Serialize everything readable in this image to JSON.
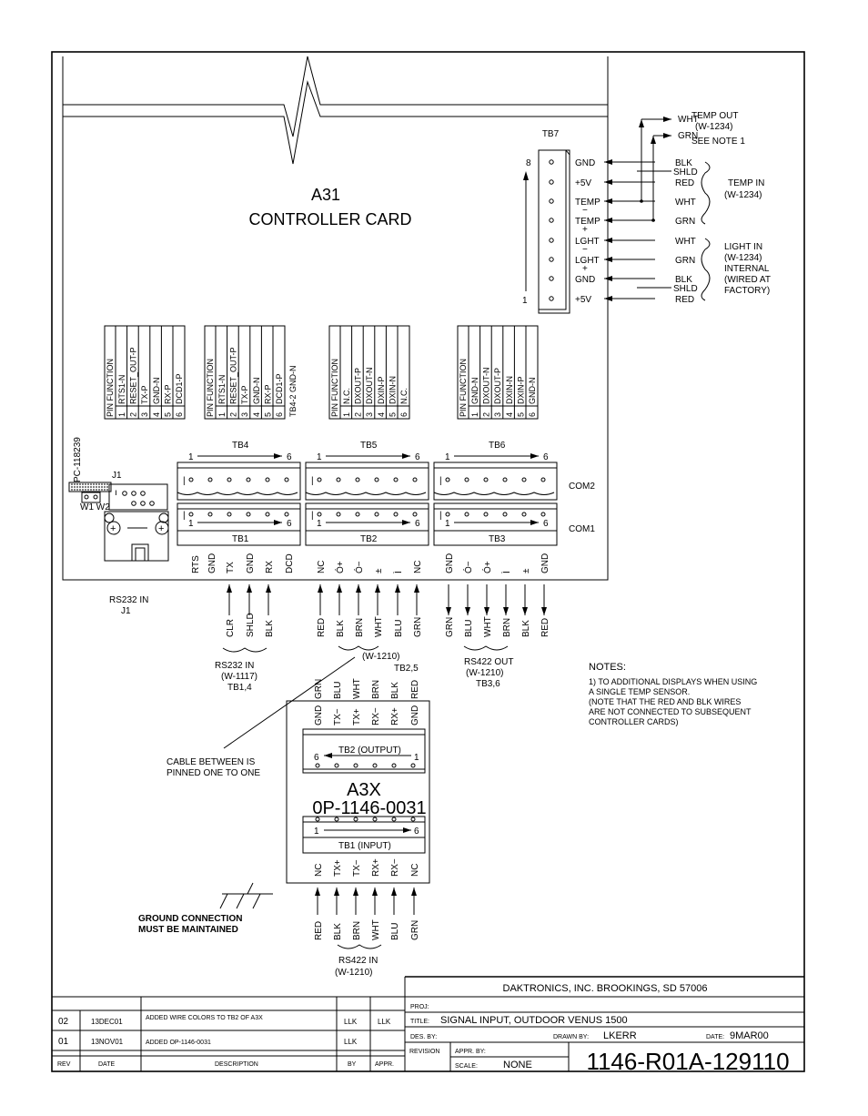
{
  "controller": {
    "title1": "A31",
    "title2": "CONTROLLER  CARD",
    "pc_label": "PC-118239",
    "j1": "J1",
    "w1w2": "W1 W2"
  },
  "tb7": {
    "label": "TB7",
    "pin_top": "8",
    "pin_bottom": "1",
    "functions": [
      "GND",
      "+5V",
      "TEMP −",
      "TEMP +",
      "LGHT −",
      "LGHT +",
      "GND",
      "+5V"
    ]
  },
  "temp_out": {
    "wires": [
      "WHT",
      "GRN"
    ],
    "label": "TEMP OUT",
    "cable": "(W-1234)",
    "note": "SEE NOTE 1"
  },
  "temp_in": {
    "wires": [
      "BLK",
      "SHLD",
      "RED",
      "WHT",
      "GRN"
    ],
    "label": "TEMP IN",
    "cable": "(W-1234)"
  },
  "light_in": {
    "wires": [
      "WHT",
      "GRN",
      "BLK",
      "SHLD",
      "RED"
    ],
    "label": [
      "LIGHT IN",
      "(W-1234)",
      "INTERNAL",
      "(WIRED AT",
      "FACTORY)"
    ]
  },
  "pin_tables": [
    {
      "header": "PIN FUNCTION",
      "rows": [
        "1 RTS1-N",
        "2 RESET_OUT-P",
        "3 TX-P",
        "4 GND-N",
        "5 RX-P",
        "6 DCD1-P"
      ]
    },
    {
      "header": "PIN FUNCTION",
      "rows": [
        "1 RTS1-N",
        "2 RESET_OUT-P",
        "3 TX-P",
        "4 GND-N",
        "5 RX-P",
        "6 DCD1-P"
      ],
      "extra": "TB4-2 GND-N"
    },
    {
      "header": "PIN FUNCTION",
      "rows": [
        "1 N.C.",
        "2 DXOUT-P",
        "3 DXOUT-N",
        "4 DXIN-P",
        "5 DXIN-N",
        "6 N.C."
      ]
    },
    {
      "header": "PIN FUNCTION",
      "rows": [
        "1 GND-N",
        "2 DXOUT-N",
        "3 DXOUT-P",
        "4 DXIN-N",
        "5 DXIN-P",
        "6 GND-N"
      ]
    }
  ],
  "terminals": {
    "top": [
      "TB4",
      "TB5",
      "TB6"
    ],
    "bottom": [
      "TB1",
      "TB2",
      "TB3"
    ],
    "com2": "COM2",
    "com1": "COM1",
    "pin1": "1",
    "pin6": "6"
  },
  "tb1_pins": [
    "RTS",
    "GND",
    "TX",
    "GND",
    "RX",
    "DCD"
  ],
  "tb2_pins": [
    "NC",
    "Ó+",
    "Ó−",
    "±",
    "Ì",
    "NC"
  ],
  "tb3_pins": [
    "GND",
    "Ó−",
    "Ó+",
    "Ì",
    "±",
    "GND"
  ],
  "rs232": {
    "label": "RS232  IN",
    "sub": "J1",
    "wires": [
      "CLR",
      "SHLD",
      "BLK"
    ],
    "cable": [
      "RS232 IN",
      "(W-1117)",
      "TB1,4"
    ]
  },
  "tb2_wires": [
    "RED",
    "BLK",
    "BRN",
    "WHT",
    "BLU",
    "GRN"
  ],
  "tb2_cable": [
    "(W-1210)",
    "TB2,5"
  ],
  "tb3_wires": [
    "GRN",
    "BLU",
    "WHT",
    "BRN",
    "BLK",
    "RED"
  ],
  "rs422_out": [
    "RS422 OUT",
    "(W-1210)",
    "TB3,6"
  ],
  "notes": {
    "title": "NOTES:",
    "lines": [
      "1)  TO ADDITIONAL DISPLAYS WHEN USING",
      "     A SINGLE TEMP SENSOR.",
      "     (NOTE THAT THE RED AND BLK WIRES",
      "     ARE NOT CONNECTED TO SUBSEQUENT",
      "     CONTROLLER CARDS)"
    ]
  },
  "a3x": {
    "top_wires": [
      "GRN",
      "BLU",
      "WHT",
      "BRN",
      "BLK",
      "RED"
    ],
    "top_pins": [
      "GND",
      "TX−",
      "TX+",
      "RX−",
      "RX+",
      "GND"
    ],
    "tb2": "TB2  (OUTPUT)",
    "tb1": "TB1  (INPUT)",
    "title": "A3X",
    "part": "0P-1146-0031",
    "bottom_pins": [
      "NC",
      "TX+",
      "TX−",
      "RX+",
      "RX−",
      "NC"
    ],
    "bottom_wires": [
      "RED",
      "BLK",
      "BRN",
      "WHT",
      "BLU",
      "GRN"
    ],
    "rs422_in": [
      "RS422  IN",
      "(W-1210)"
    ]
  },
  "cable_note": [
    "CABLE BETWEEN IS",
    "PINNED ONE TO ONE"
  ],
  "ground_note": [
    "GROUND CONNECTION",
    "MUST BE MAINTAINED"
  ],
  "title_block": {
    "company": "DAKTRONICS,  INC.    BROOKINGS,  SD  57006",
    "proj_label": "PROJ:",
    "title_label": "TITLE:",
    "title": "SIGNAL  INPUT,  OUTDOOR  VENUS  1500",
    "des_by": "DES. BY:",
    "drawn_by_label": "DRAWN BY:",
    "drawn_by": "LKERR",
    "date_label": "DATE:",
    "date": "9MAR00",
    "revision": "REVISION",
    "appr_by": "APPR. BY:",
    "scale_label": "SCALE:",
    "scale": "NONE",
    "drawing_no": "1146-R01A-129110"
  },
  "revisions": [
    {
      "rev": "02",
      "date": "13DEC01",
      "desc": "ADDED WIRE COLORS TO TB2 OF A3X",
      "by": "LLK",
      "appr": "LLK"
    },
    {
      "rev": "01",
      "date": "13NOV01",
      "desc": "ADDED OP-1146-0031",
      "by": "LLK",
      "appr": ""
    }
  ],
  "rev_headers": [
    "REV",
    "DATE",
    "DESCRIPTION",
    "BY",
    "APPR."
  ]
}
